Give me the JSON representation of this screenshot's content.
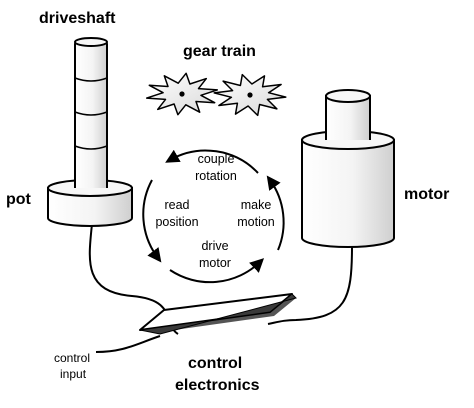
{
  "labels": {
    "driveshaft": "driveshaft",
    "gear_train": "gear train",
    "pot": "pot",
    "motor": "motor",
    "control_electronics_line1": "control",
    "control_electronics_line2": "electronics",
    "control_input_line1": "control",
    "control_input_line2": "input"
  },
  "cycle": {
    "couple_line1": "couple",
    "couple_line2": "rotation",
    "read_line1": "read",
    "read_line2": "position",
    "make_line1": "make",
    "make_line2": "motion",
    "drive_line1": "drive",
    "drive_line2": "motor"
  }
}
